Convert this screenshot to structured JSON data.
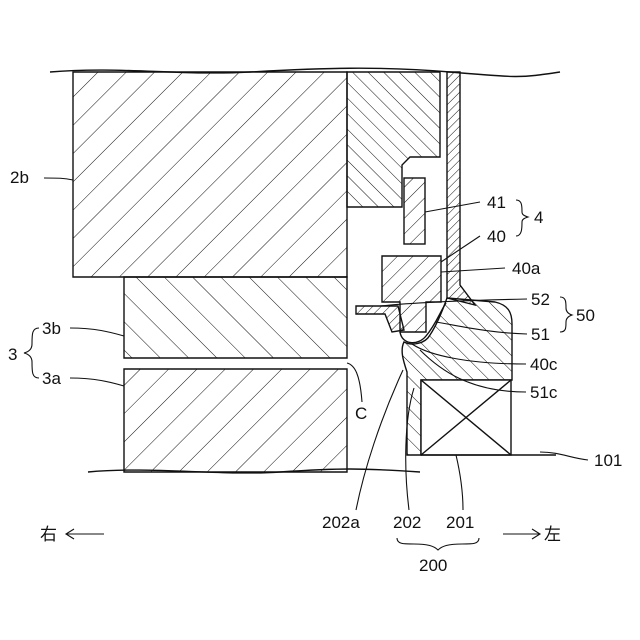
{
  "labels": {
    "l_2b": "2b",
    "l_3": "3",
    "l_3b": "3b",
    "l_3a": "3a",
    "l_C": "C",
    "l_41": "41",
    "l_40": "40",
    "l_4": "4",
    "l_40a": "40a",
    "l_52": "52",
    "l_51": "51",
    "l_50": "50",
    "l_40c": "40c",
    "l_51c": "51c",
    "l_101": "101",
    "l_202a": "202a",
    "l_202": "202",
    "l_201": "201",
    "l_200": "200"
  },
  "direction": {
    "right": "右",
    "left": "左"
  }
}
